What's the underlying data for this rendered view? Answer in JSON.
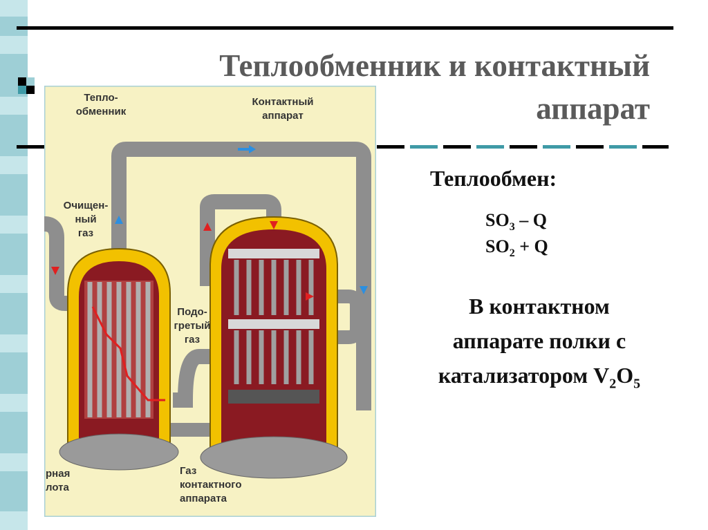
{
  "slide": {
    "title_line1": "Теплообменник и контактный",
    "title_line2": "аппарат",
    "heat_exchange_title": "Теплообмен:",
    "formula1": {
      "base": "SO",
      "sub": "3",
      "rest": " – Q"
    },
    "formula2": {
      "base": "SO",
      "sub": "2",
      "rest": " + Q"
    },
    "note_line1": "В контактном",
    "note_line2": "аппарате полки с",
    "note_line3_text": "катализатором V",
    "note_sub1": "2",
    "note_mid": "O",
    "note_sub2": "5"
  },
  "diagram": {
    "label_heat_exchanger_1": "Тепло-",
    "label_heat_exchanger_2": "обменник",
    "label_contact_1": "Контактный",
    "label_contact_2": "аппарат",
    "label_cleaned_1": "Очищен-",
    "label_cleaned_2": "ный",
    "label_cleaned_3": "газ",
    "label_heated_1": "Подо-",
    "label_heated_2": "гретый",
    "label_heated_3": "газ",
    "label_acid_1": "рная",
    "label_acid_2": "лота",
    "label_gas_out_1": "Газ",
    "label_gas_out_2": "контактного",
    "label_gas_out_3": "аппарата"
  },
  "colors": {
    "pipe": "#8e8e8e",
    "wall": "#f2c100",
    "inner": "#8a1a22",
    "frame": "#a8d0d6",
    "bg": "#f7f2c4",
    "arrow_blue": "#2c8fe0",
    "arrow_red": "#e02020"
  }
}
